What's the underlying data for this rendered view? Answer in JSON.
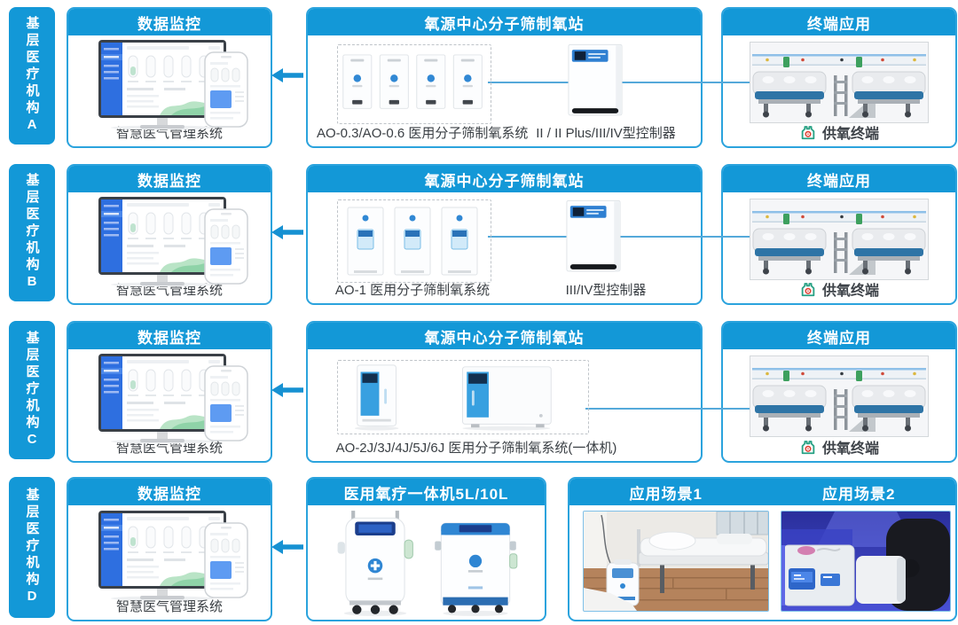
{
  "palette": {
    "header_blue": "#1398d7",
    "panel_border_blue": "#2ba3dd",
    "arrow_blue": "#1691d2",
    "connector_blue": "#55a9da",
    "brand_green": "#28a184",
    "brand_red": "#e23d31",
    "bed_mattress_blue": "#2e74a6"
  },
  "icons": {
    "flow_arrow": "left-arrow",
    "oxygen_terminal_logo": "green-house-with-red-ring"
  },
  "rows": [
    {
      "org_label": "基层医疗机构A",
      "monitor_panel": {
        "title": "数据监控",
        "caption": "智慧医气管理系统"
      },
      "station_panel": {
        "title": "氧源中心分子筛制氧站",
        "system_caption": "AO-0.3/AO-0.6 医用分子筛制氧系统",
        "controller_caption": "II / II Plus/III/IV型控制器"
      },
      "terminal_panel": {
        "title": "终端应用",
        "caption": "供氧终端"
      }
    },
    {
      "org_label": "基层医疗机构B",
      "monitor_panel": {
        "title": "数据监控",
        "caption": "智慧医气管理系统"
      },
      "station_panel": {
        "title": "氧源中心分子筛制氧站",
        "system_caption": "AO-1 医用分子筛制氧系统",
        "controller_caption": "III/IV型控制器"
      },
      "terminal_panel": {
        "title": "终端应用",
        "caption": "供氧终端"
      }
    },
    {
      "org_label": "基层医疗机构C",
      "monitor_panel": {
        "title": "数据监控",
        "caption": "智慧医气管理系统"
      },
      "station_panel": {
        "title": "氧源中心分子筛制氧站",
        "system_caption": "AO-2J/3J/4J/5J/6J 医用分子筛制氧系统(一体机)"
      },
      "terminal_panel": {
        "title": "终端应用",
        "caption": "供氧终端"
      }
    },
    {
      "org_label": "基层医疗机构D",
      "monitor_panel": {
        "title": "数据监控",
        "caption": "智慧医气管理系统"
      },
      "station_panel": {
        "title": "医用氧疗一体机5L/10L"
      },
      "scenes_panel": {
        "title1": "应用场景1",
        "title2": "应用场景2"
      }
    }
  ]
}
